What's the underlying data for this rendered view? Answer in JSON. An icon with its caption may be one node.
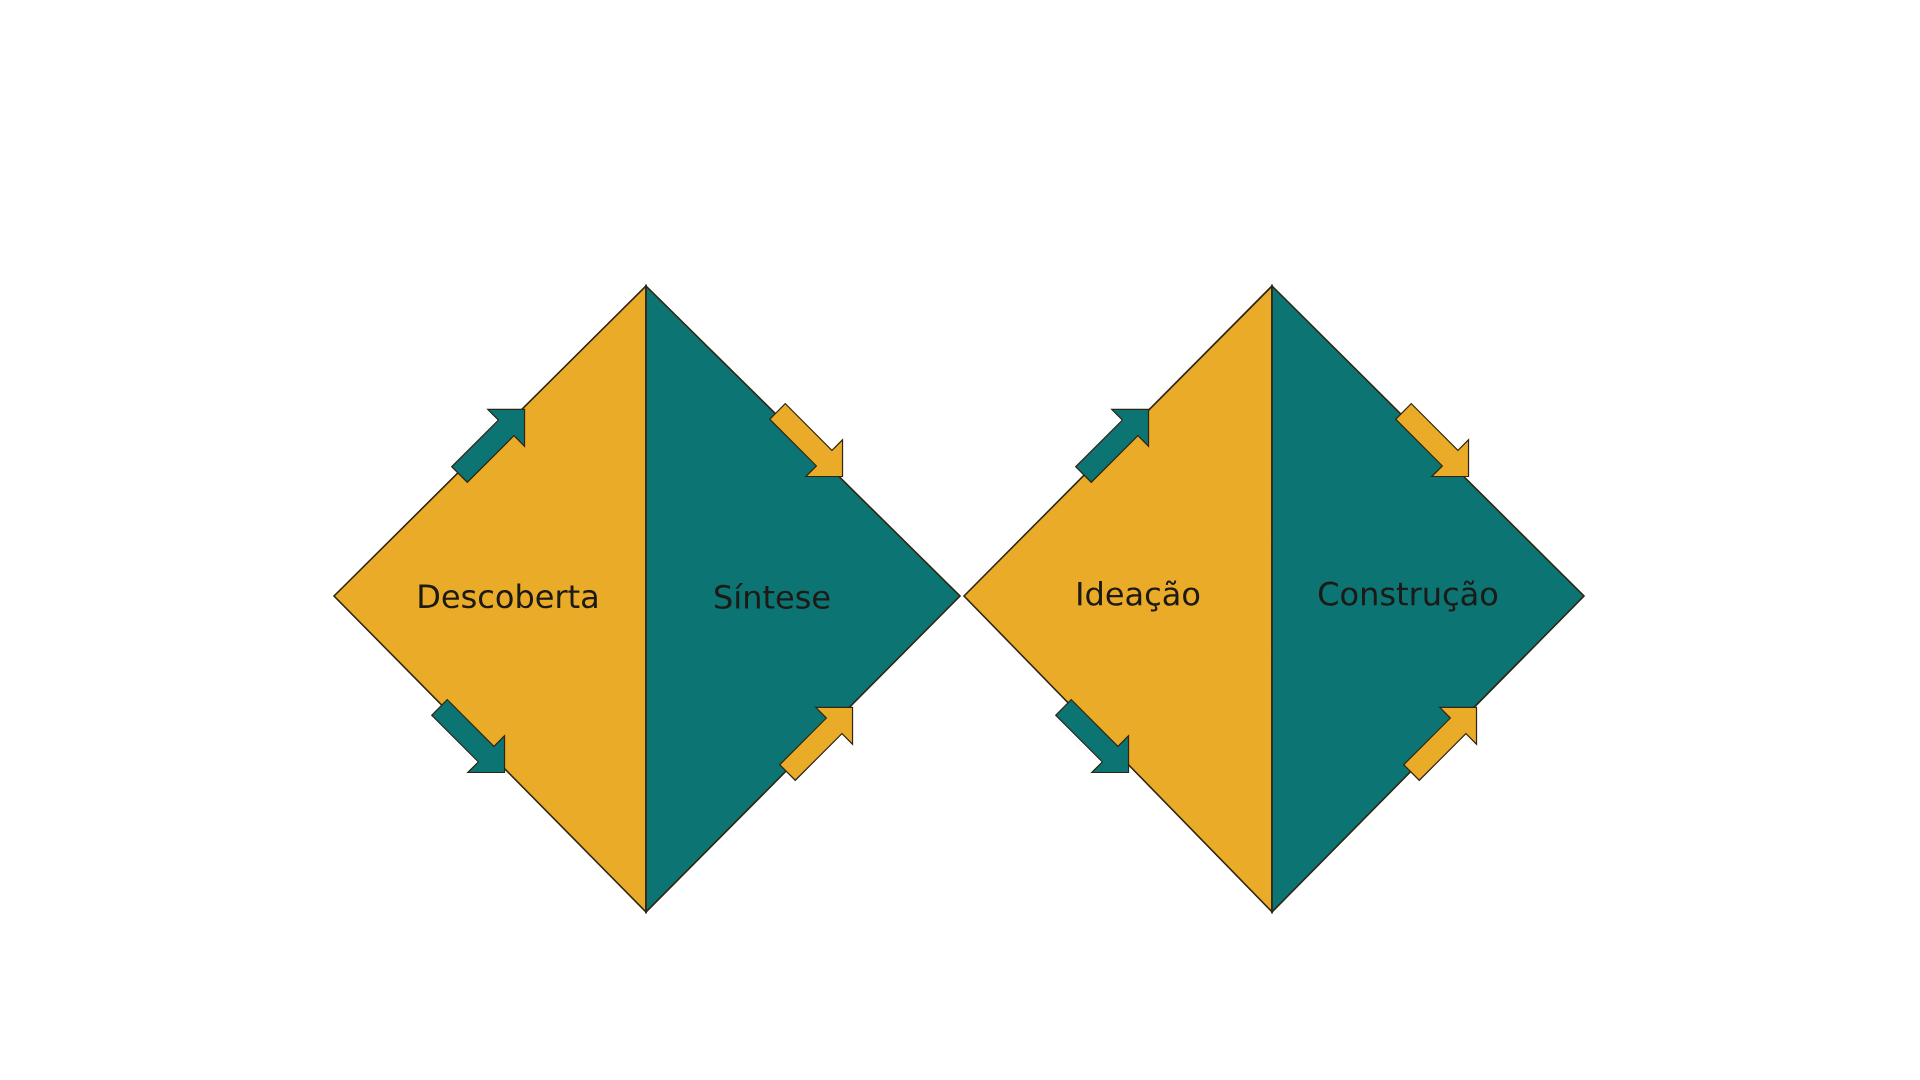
{
  "diagram": {
    "nodes": [
      {
        "text": [
          "Descoberta"
        ]
      },
      {
        "text": [
          "Síntese"
        ]
      },
      {
        "text": [
          "Ideação"
        ]
      },
      {
        "text": [
          "Construção"
        ]
      }
    ]
  }
}
